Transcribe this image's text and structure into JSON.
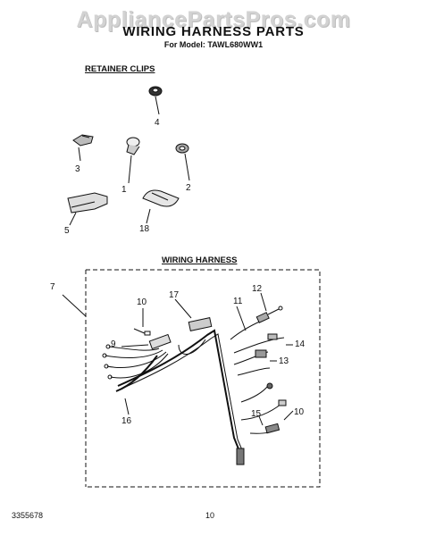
{
  "watermark": "AppliancePartsPros.com",
  "header": {
    "title": "WIRING HARNESS PARTS",
    "model_line": "For Model: TAWL680WW1"
  },
  "sections": {
    "retainer_clips": "RETAINER CLIPS",
    "wiring_harness": "WIRING HARNESS"
  },
  "callouts": {
    "c1": "1",
    "c2": "2",
    "c3": "3",
    "c4": "4",
    "c5": "5",
    "c18": "18",
    "c7": "7",
    "c9": "9",
    "c10a": "10",
    "c10b": "10",
    "c11": "11",
    "c12": "12",
    "c13": "13",
    "c14": "14",
    "c15": "15",
    "c16": "16",
    "c17": "17"
  },
  "footer": {
    "doc_number": "3355678",
    "page_number": "10"
  }
}
